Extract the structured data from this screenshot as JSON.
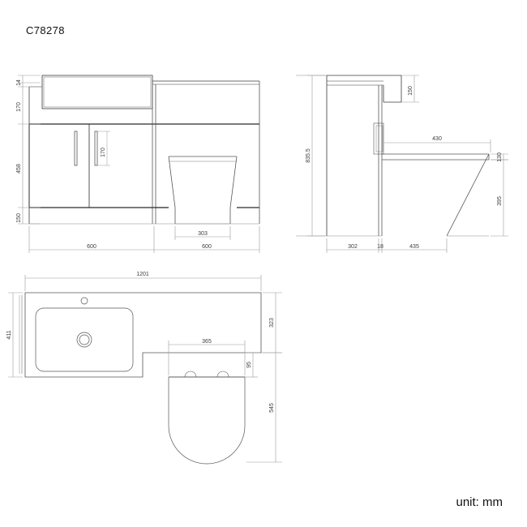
{
  "drawing": {
    "title": "C78278",
    "unit_note": "unit: mm",
    "line_color": "#3a3a3a",
    "dim_color": "#6e6e6e",
    "text_color": "#333333"
  },
  "views": {
    "front": {
      "name": "front-elevation",
      "dimensions": {
        "top_panel_thickness": "14",
        "top_panel_height": "170",
        "cabinet_door_height": "458",
        "plinth_height": "150",
        "handle_length": "170",
        "toilet_base_width": "303",
        "left_unit_width": "600",
        "right_unit_width": "600"
      }
    },
    "side": {
      "name": "side-elevation",
      "dimensions": {
        "counter_overhang": "150",
        "total_height": "835.5",
        "toilet_top_length": "430",
        "toilet_top_thickness": "130",
        "toilet_height": "395",
        "cabinet_depth": "302",
        "gap": "18",
        "toilet_depth": "435"
      }
    },
    "plan": {
      "name": "plan-view",
      "dimensions": {
        "total_width": "1201",
        "basin_depth": "411",
        "counter_depth": "323",
        "toilet_width": "365",
        "cistern_offset": "95",
        "toilet_projection": "545"
      }
    }
  }
}
